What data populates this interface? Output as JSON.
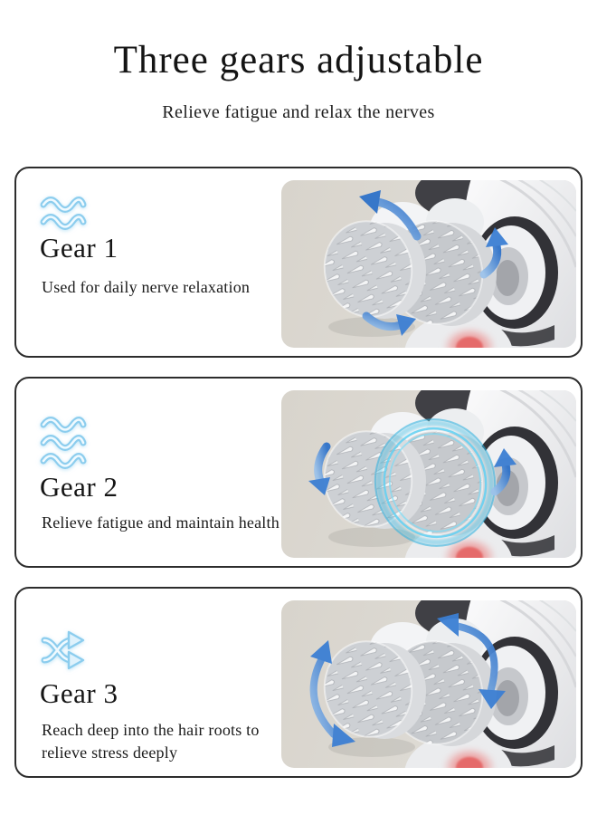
{
  "header": {
    "title": "Three gears adjustable",
    "subtitle": "Relieve fatigue and relax the nerves"
  },
  "cards": [
    {
      "id": "gear-1",
      "icon": "waves-two-icon",
      "title": "Gear 1",
      "description": "Used for daily nerve relaxation"
    },
    {
      "id": "gear-2",
      "icon": "waves-three-icon",
      "title": "Gear 2",
      "description": "Relieve fatigue and maintain health"
    },
    {
      "id": "gear-3",
      "icon": "shuffle-arrows-icon",
      "title": "Gear 3",
      "description": "Reach deep into the hair roots to relieve stress deeply"
    }
  ],
  "colors": {
    "icon_blue": "#8ccdee",
    "arrow_blue_dark": "#2f72c9",
    "arrow_blue_light": "#9cc2ea",
    "swirl_cyan": "#3cc0e8",
    "panel_beige": "#d8d4cc",
    "button_red": "#e56a6a",
    "card_border": "#2d2d2d"
  }
}
